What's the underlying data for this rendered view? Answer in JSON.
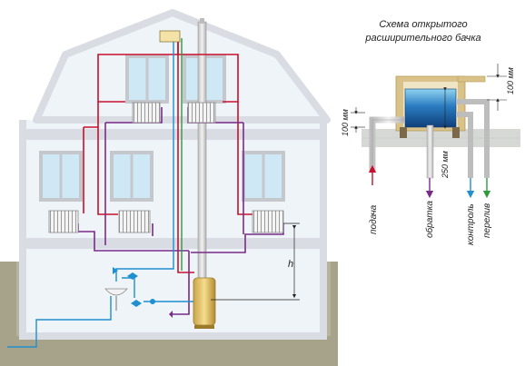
{
  "diagram": {
    "title_line1": "Схема открытого",
    "title_line2": "расширительного бачка",
    "height_label": "h",
    "dimensions": {
      "inlet_gap": "100 мм",
      "top_gap": "100 мм",
      "bottom_depth": "250 мм"
    },
    "pipes": {
      "supply": "подача",
      "return": "обратка",
      "control": "контроль",
      "overflow": "перелив"
    },
    "colors": {
      "supply": "#c8102e",
      "return": "#7a2a8a",
      "control": "#1e8fcf",
      "overflow": "#2e9a3e",
      "water": "#1b63a8",
      "ground": "#a6a38a",
      "walls": "#d9dde3"
    }
  }
}
